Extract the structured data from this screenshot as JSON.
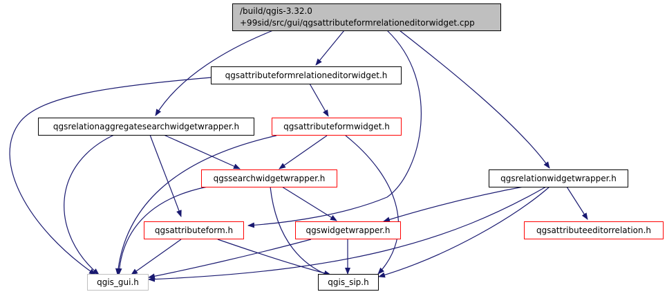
{
  "colors": {
    "edge": "#191970",
    "node_border": "#000000",
    "node_border_incomplete": "#ff0000",
    "node_border_external": "#bfbfbf",
    "root_fill": "#bfbfbf"
  },
  "nodes": {
    "root": {
      "line1": "/build/qgis-3.32.0",
      "line2": "+99sid/src/gui/qgsattributeformrelationeditorwidget.cpp"
    },
    "relationeditor": {
      "label": "qgsattributeformrelationeditorwidget.h"
    },
    "aggregatesearch": {
      "label": "qgsrelationaggregatesearchwidgetwrapper.h"
    },
    "formwidget": {
      "label": "qgsattributeformwidget.h"
    },
    "searchwrapper": {
      "label": "qgssearchwidgetwrapper.h"
    },
    "relationwrapper": {
      "label": "qgsrelationwidgetwrapper.h"
    },
    "attributeform": {
      "label": "qgsattributeform.h"
    },
    "widgetwrapper": {
      "label": "qgswidgetwrapper.h"
    },
    "editorrelation": {
      "label": "qgsattributeeditorrelation.h"
    },
    "gui": {
      "label": "qgis_gui.h"
    },
    "sip": {
      "label": "qgis_sip.h"
    }
  }
}
